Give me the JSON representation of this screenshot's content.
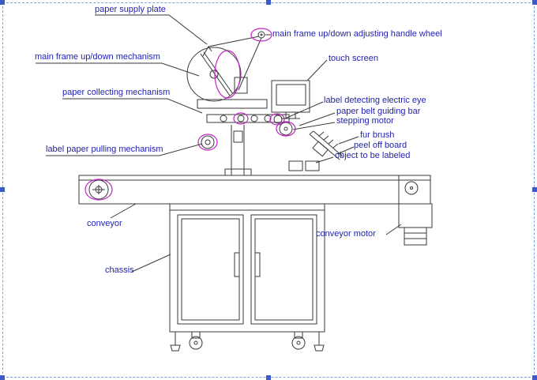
{
  "colors": {
    "label_text": "#1f1fb4",
    "line": "#3a3a3a",
    "highlight": "#c324c3",
    "frame_dash": "#7aa0e8",
    "handle": "#3c5bc8"
  },
  "labels": {
    "paper_supply_plate": "paper supply plate",
    "handle_wheel": "main frame up/down adjusting handle wheel",
    "main_frame_mechanism": "main frame up/down mechanism",
    "touch_screen": "touch screen",
    "paper_collecting": "paper collecting mechanism",
    "electric_eye": "label detecting electric eye",
    "guiding_bar": "paper belt guiding bar",
    "stepping_motor": "stepping motor",
    "fur_brush": "fur brush",
    "peel_off_board": "peel off board",
    "object_to_be_labeled": "object to be labeled",
    "label_paper_pulling": "label paper pulling mechanism",
    "conveyor": "conveyor",
    "conveyor_motor": "conveyor motor",
    "chassis": "chassis"
  }
}
